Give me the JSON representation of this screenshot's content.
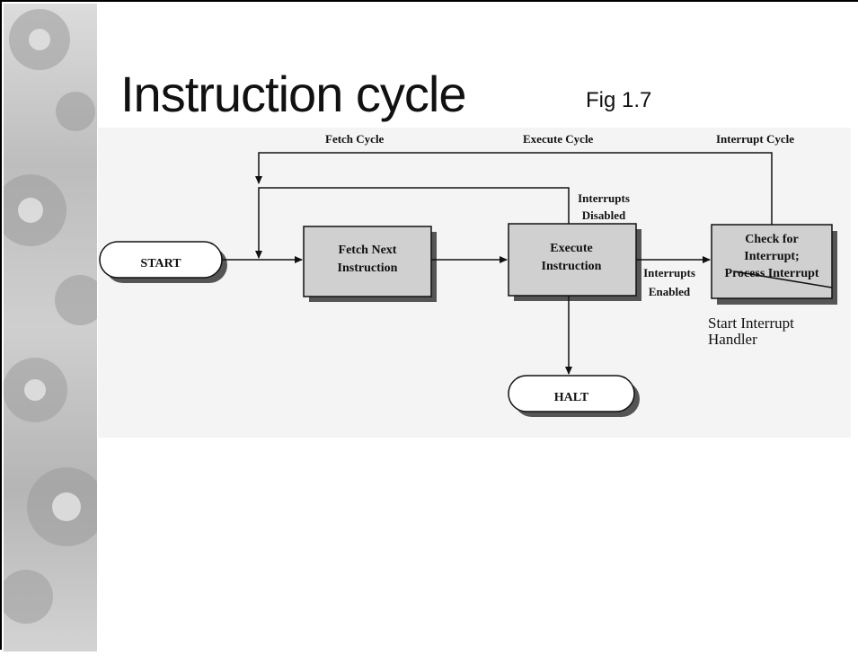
{
  "slide": {
    "title": "Instruction cycle",
    "figure_label": "Fig 1.7"
  },
  "diagram": {
    "phase_labels": {
      "fetch": "Fetch Cycle",
      "execute": "Execute Cycle",
      "interrupt": "Interrupt Cycle"
    },
    "nodes": {
      "start": "START",
      "fetch": [
        "Fetch Next",
        "Instruction"
      ],
      "execute": [
        "Execute",
        "Instruction"
      ],
      "check": [
        "Check for",
        "Interrupt;",
        "Process Interrupt"
      ],
      "halt": "HALT"
    },
    "edge_labels": {
      "interrupts_disabled": [
        "Interrupts",
        "Disabled"
      ],
      "interrupts_enabled": [
        "Interrupts",
        "Enabled"
      ]
    },
    "annotation": [
      "Start Interrupt",
      "Handler"
    ]
  }
}
